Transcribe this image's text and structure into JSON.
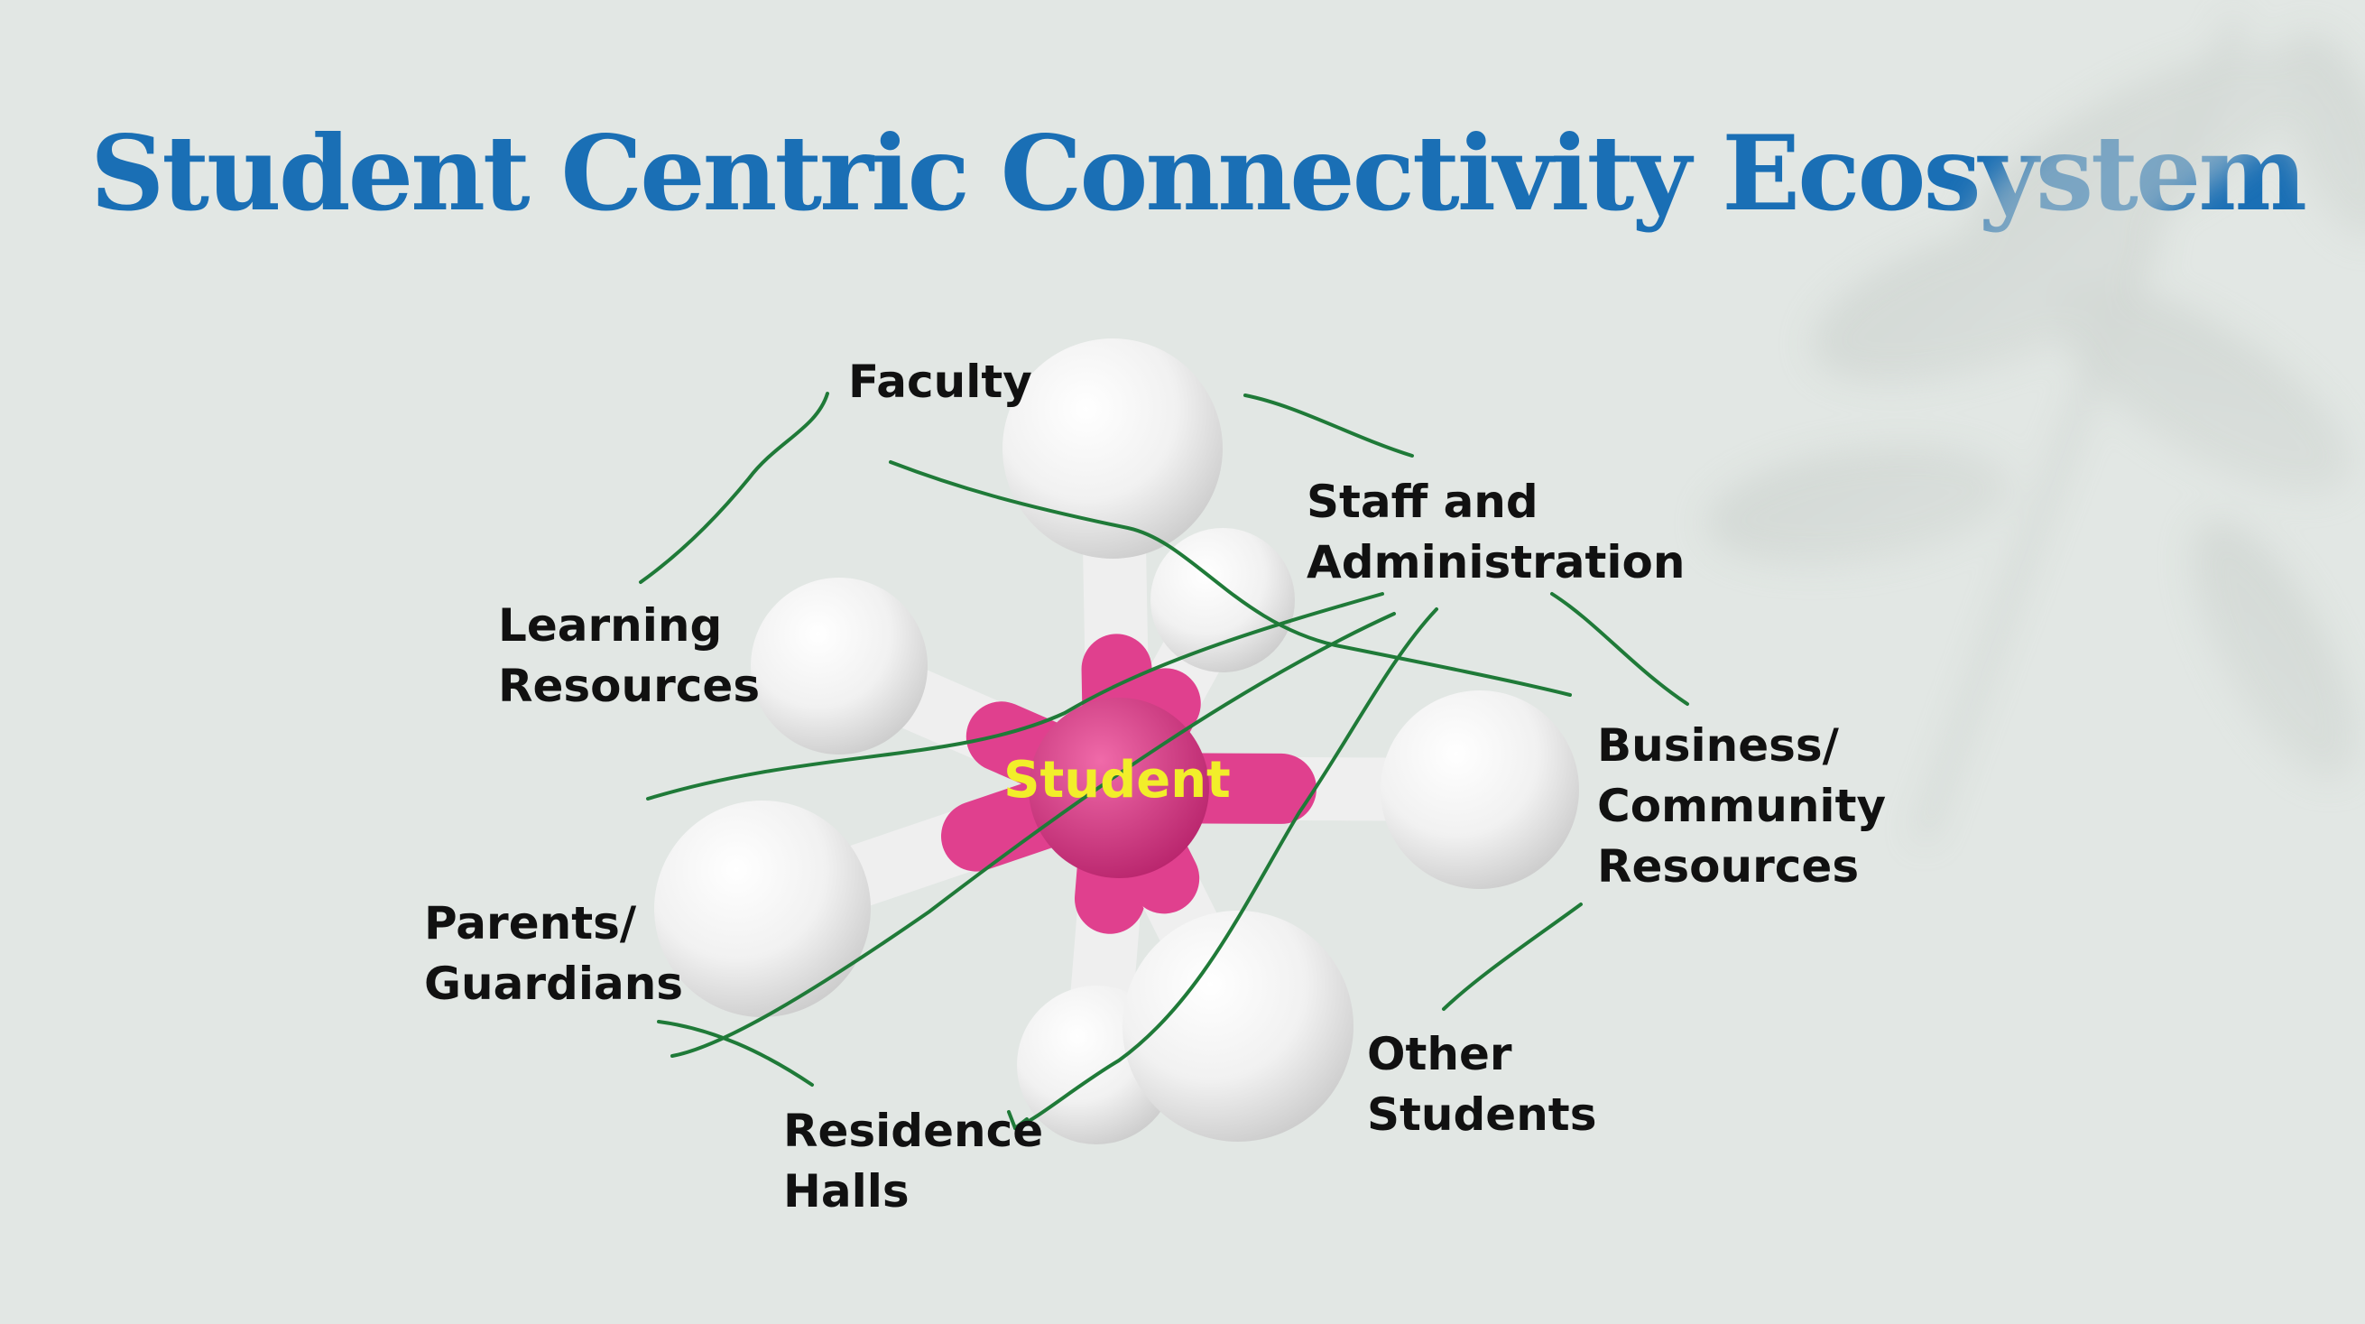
{
  "title": "Student Centric Connectivity Ecosystem",
  "center_label": "Student",
  "nodes": [
    {
      "id": "faculty",
      "lines": [
        "Faculty"
      ]
    },
    {
      "id": "staff",
      "lines": [
        "Staff and",
        "Administration"
      ]
    },
    {
      "id": "learning",
      "lines": [
        "Learning",
        "Resources"
      ]
    },
    {
      "id": "business",
      "lines": [
        "Business/",
        "Community",
        "Resources"
      ]
    },
    {
      "id": "parents",
      "lines": [
        "Parents/",
        "Guardians"
      ]
    },
    {
      "id": "other",
      "lines": [
        "Other",
        "Students"
      ]
    },
    {
      "id": "residence",
      "lines": [
        "Residence",
        "Halls"
      ]
    }
  ],
  "colors": {
    "background": "#e2e7e4",
    "title": "#1a6fb5",
    "hub": "#e0408e",
    "ball": "#f5f5f5",
    "connector": "#1f7a38",
    "center_text": "#f2ee2a",
    "label_text": "#111111"
  }
}
